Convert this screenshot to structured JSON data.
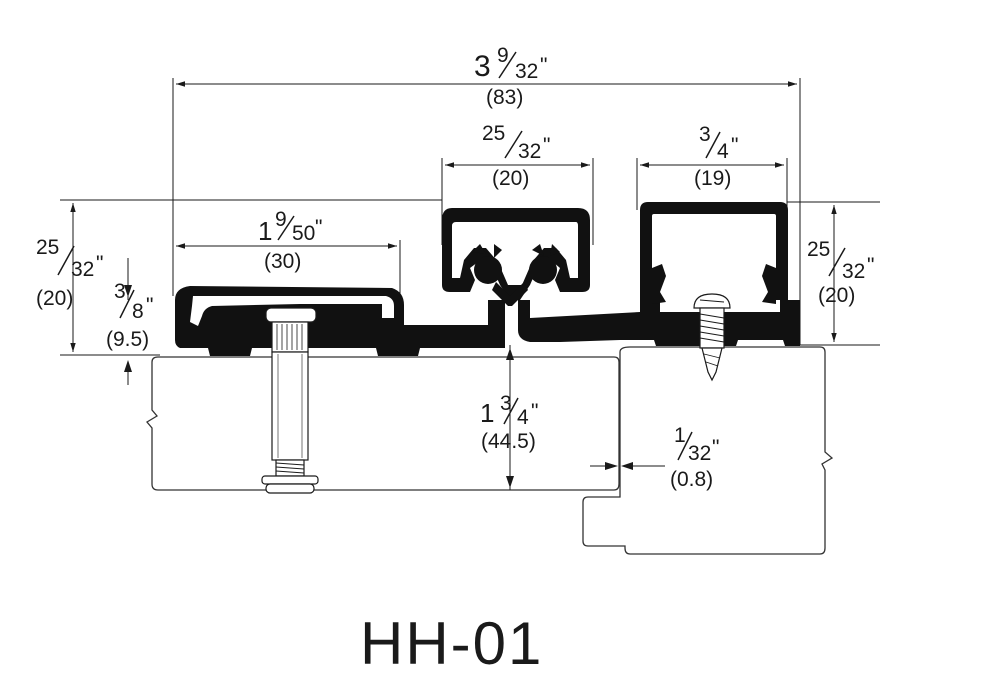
{
  "colors": {
    "profile": "#111111",
    "line": "#1a1a1a",
    "background": "#ffffff"
  },
  "model": "HH-01",
  "dimensions": {
    "overall": {
      "whole": "3",
      "num": "9",
      "den": "32",
      "mm": "(83)"
    },
    "hinge_knuckle": {
      "num": "25",
      "den": "32",
      "mm": "(20)"
    },
    "right_channel": {
      "num": "3",
      "den": "4",
      "mm": "(19)"
    },
    "left_height": {
      "num": "25",
      "den": "32",
      "mm": "(20)"
    },
    "left_leaf": {
      "whole": "1",
      "num": "9",
      "den": "50",
      "mm": "(30)"
    },
    "left_small": {
      "num": "3",
      "den": "8",
      "mm": "(9.5)"
    },
    "right_height": {
      "num": "25",
      "den": "32",
      "mm": "(20)"
    },
    "door_thickness": {
      "whole": "1",
      "num": "3",
      "den": "4",
      "mm": "(44.5)"
    },
    "gap": {
      "num": "1",
      "den": "32",
      "mm": "(0.8)"
    }
  },
  "inch_mark": "\""
}
